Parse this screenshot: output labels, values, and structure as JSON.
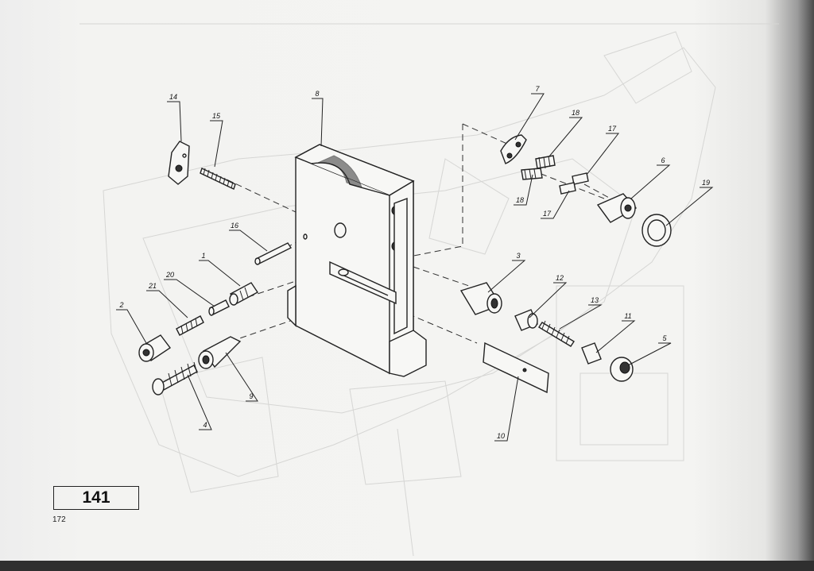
{
  "figure_number": "141",
  "page_number": "172",
  "part_labels": {
    "p1": "1",
    "p2": "2",
    "p3": "3",
    "p4": "4",
    "p5": "5",
    "p6": "6",
    "p7": "7",
    "p8": "8",
    "p9": "9",
    "p10": "10",
    "p11": "11",
    "p12": "12",
    "p13": "13",
    "p14": "14",
    "p15": "15",
    "p16": "16",
    "p17a": "17",
    "p17b": "17",
    "p18a": "18",
    "p18b": "18",
    "p19": "19",
    "p20": "20",
    "p21": "21"
  }
}
